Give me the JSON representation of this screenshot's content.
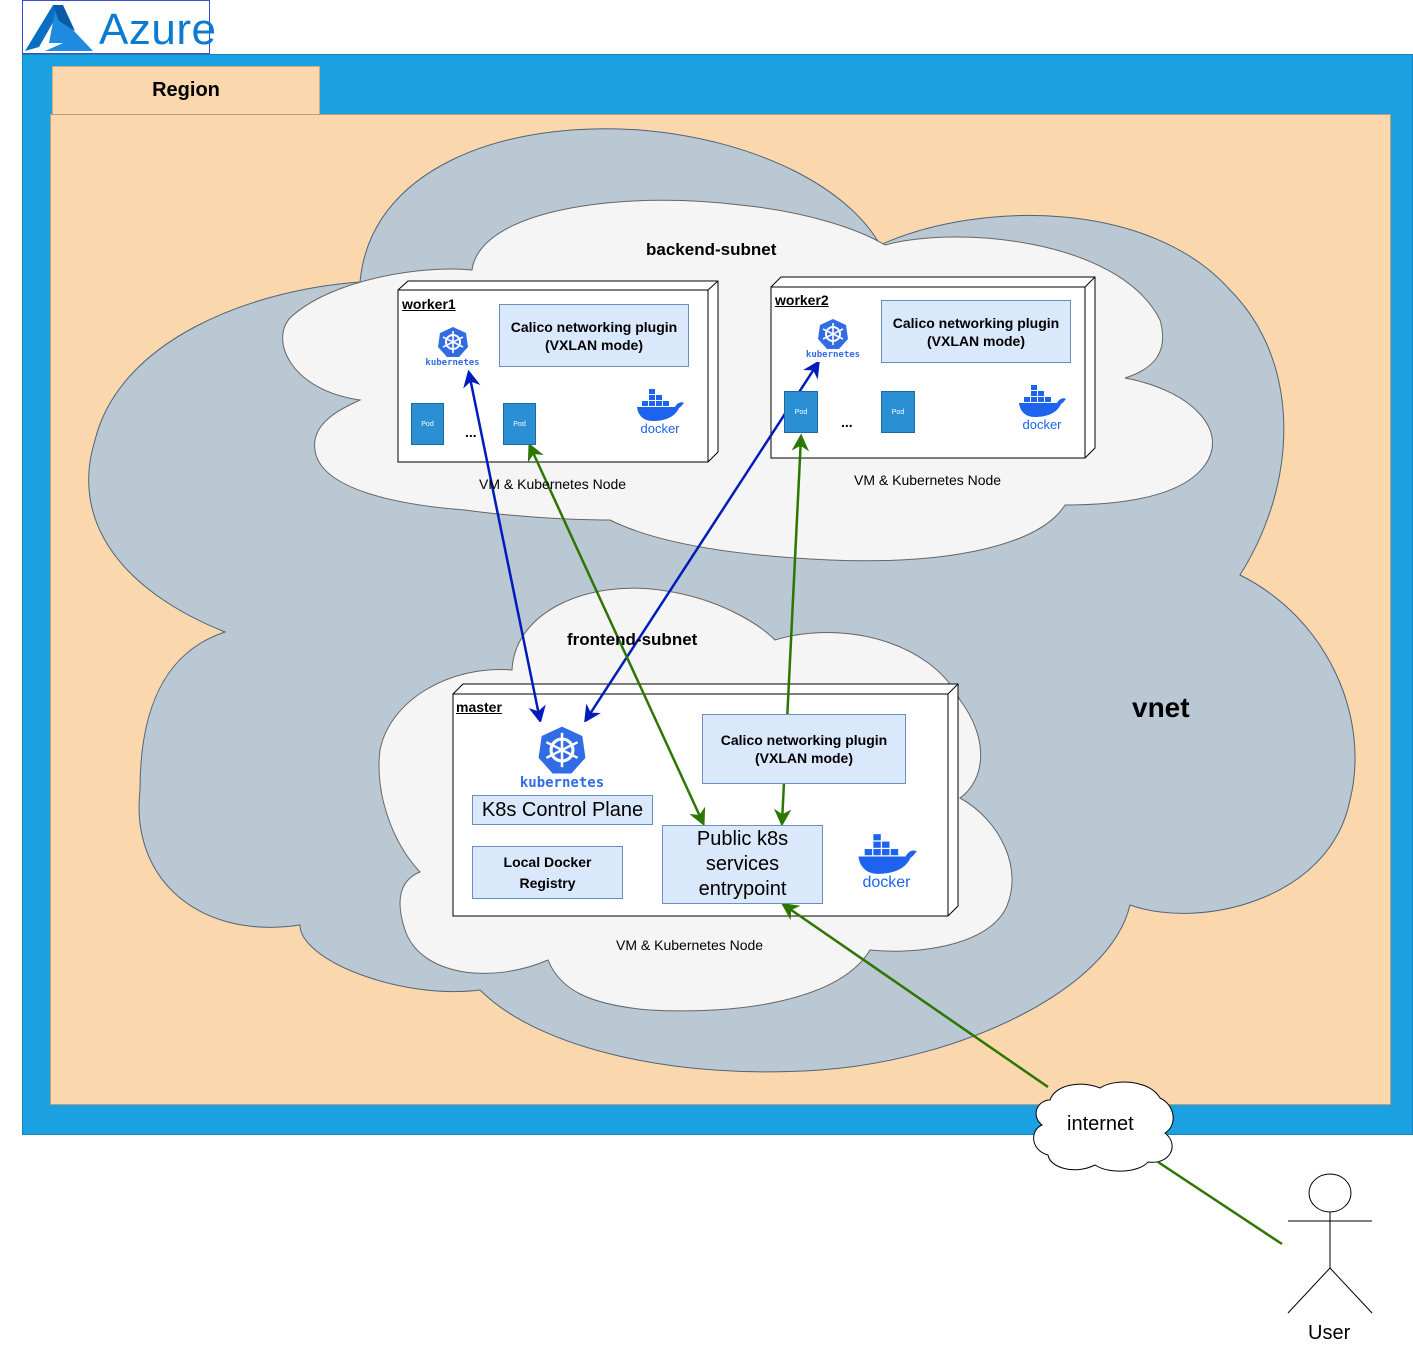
{
  "logo": {
    "text": "Azure",
    "color": "#0b7bd2"
  },
  "region": {
    "label": "Region",
    "fill": "#fad7ac"
  },
  "vnet": {
    "label": "vnet",
    "fill": "#bac8d3"
  },
  "frame": {
    "fill": "#1ba1e2"
  },
  "subnets": {
    "backend": {
      "label": "backend-subnet"
    },
    "frontend": {
      "label": "frontend-subnet"
    }
  },
  "nodes": {
    "worker1": {
      "title": "worker1",
      "plugin_line1": "Calico networking plugin",
      "plugin_line2": "(VXLAN mode)",
      "caption": "VM & Kubernetes Node",
      "pods": [
        "Pod",
        "Pod"
      ],
      "ellipsis": "..."
    },
    "worker2": {
      "title": "worker2",
      "plugin_line1": "Calico networking plugin",
      "plugin_line2": "(VXLAN mode)",
      "caption": "VM & Kubernetes Node",
      "pods": [
        "Pod",
        "Pod"
      ],
      "ellipsis": "..."
    },
    "master": {
      "title": "master",
      "plugin_line1": "Calico networking plugin",
      "plugin_line2": "(VXLAN mode)",
      "caption": "VM & Kubernetes Node",
      "control_plane": "K8s Control Plane",
      "registry_line1": "Local Docker",
      "registry_line2": "Registry",
      "entry_line1": "Public k8s",
      "entry_line2": "services",
      "entry_line3": "entrypoint"
    }
  },
  "icons": {
    "kubernetes": "kubernetes",
    "docker": "docker"
  },
  "internet": {
    "label": "internet"
  },
  "user": {
    "label": "User"
  },
  "colors": {
    "box_fill": "#dae8fc",
    "box_stroke": "#6c8ebf",
    "cloud_fill": "#f5f5f5",
    "blue_arrow": "#001DBC",
    "green_arrow": "#2D7600",
    "k8s_blue": "#326ce5",
    "docker_blue": "#1d63ed"
  }
}
